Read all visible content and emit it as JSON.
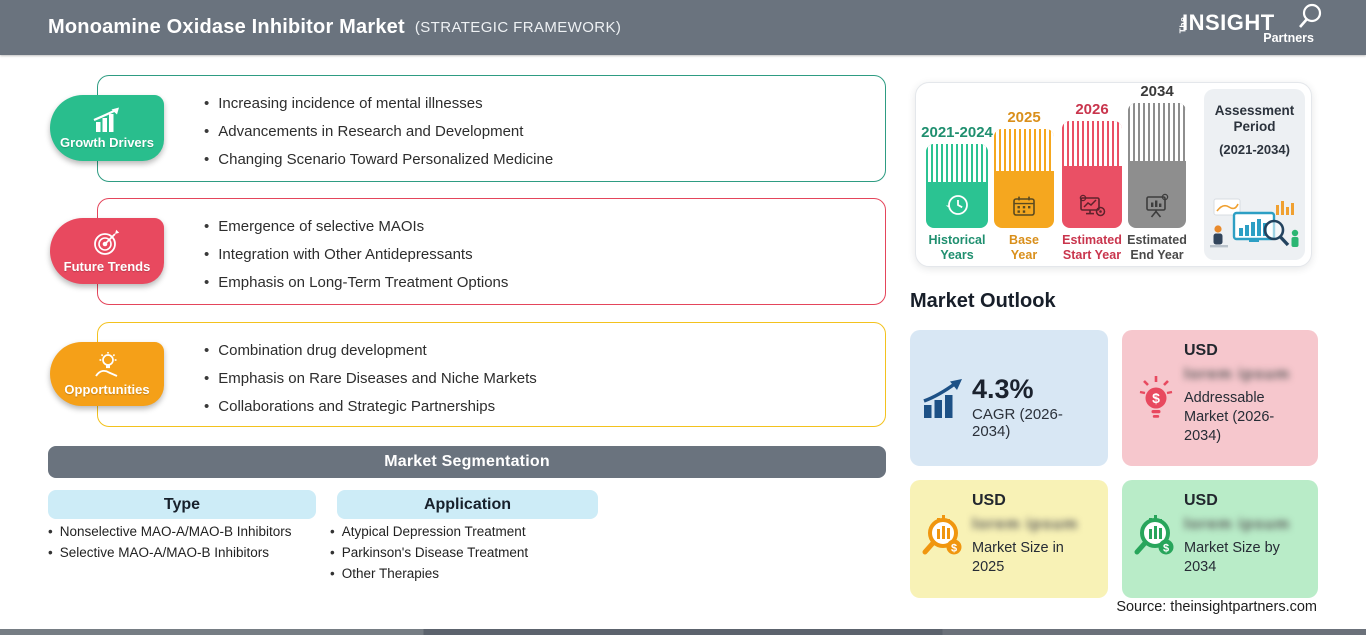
{
  "header": {
    "title": "Monoamine Oxidase Inhibitor Market",
    "subtitle": "(STRATEGIC FRAMEWORK)",
    "bg_color": "#6A737E",
    "logo": {
      "the": "The",
      "insight": "INSIGHT",
      "partners": "Partners",
      "icon": "magnifier-icon"
    }
  },
  "framework": {
    "sections": [
      {
        "label": "Growth Drivers",
        "icon": "growth-chart-icon",
        "badge_color": "#29BE8D",
        "border_color": "#2E9C82",
        "bullets": [
          "Increasing incidence of mental illnesses",
          "Advancements in Research and Development",
          "Changing Scenario Toward Personalized Medicine"
        ]
      },
      {
        "label": "Future Trends",
        "icon": "target-dart-icon",
        "badge_color": "#E8495F",
        "border_color": "#E4455B",
        "bullets": [
          "Emergence of selective MAOIs",
          "Integration with Other Antidepressants",
          "Emphasis on Long-Term Treatment Options"
        ]
      },
      {
        "label": "Opportunities",
        "icon": "idea-hand-icon",
        "badge_color": "#F5A018",
        "border_color": "#F3C21E",
        "bullets": [
          "Combination drug development",
          "Emphasis on Rare Diseases and Niche Markets",
          "Collaborations and Strategic Partnerships"
        ]
      }
    ]
  },
  "segmentation": {
    "title": "Market Segmentation",
    "bar_color": "#6A737E",
    "header_bg": "#CDECF7",
    "columns": [
      {
        "header": "Type",
        "items": [
          "Nonselective MAO-A/MAO-B Inhibitors",
          "Selective MAO-A/MAO-B Inhibitors"
        ]
      },
      {
        "header": "Application",
        "items": [
          "Atypical Depression Treatment",
          "Parkinson's Disease Treatment",
          "Other Therapies"
        ]
      }
    ]
  },
  "timeline": {
    "bars": [
      {
        "year": "2021-2024",
        "label_line1": "Historical",
        "label_line2": "Years",
        "color": "#2BC392",
        "text_color": "#1F8F6F",
        "icon": "history-clock-icon"
      },
      {
        "year": "2025",
        "label_line1": "Base",
        "label_line2": "Year",
        "color": "#F5A71F",
        "text_color": "#D98F1B",
        "icon": "calendar-icon"
      },
      {
        "year": "2026",
        "label_line1": "Estimated",
        "label_line2": "Start Year",
        "color": "#EA5065",
        "text_color": "#C9354D",
        "icon": "forecast-monitor-icon"
      },
      {
        "year": "2034",
        "label_line1": "Estimated",
        "label_line2": "End Year",
        "color": "#8E8E8E",
        "text_color": "#4A4A4A",
        "icon": "presentation-screen-icon"
      }
    ],
    "assessment": {
      "title_line1": "Assessment",
      "title_line2": "Period",
      "range": "(2021-2034)",
      "illustration": "analysts-charts-illustration"
    }
  },
  "outlook": {
    "title": "Market Outlook",
    "cards": [
      {
        "icon": "bar-growth-icon",
        "icon_color": "#1D5186",
        "bg": "#D8E7F4",
        "value": "4.3%",
        "label": "CAGR (2026-2034)"
      },
      {
        "icon": "bulb-dollar-icon",
        "icon_color": "#E8495F",
        "bg": "#F6C7CD",
        "currency": "USD",
        "blurred_value": "lorem ipsum",
        "label": "Addressable Market (2026-2034)"
      },
      {
        "icon": "magnifier-chart-icon",
        "icon_color": "#F0960F",
        "bg": "#F8F2B6",
        "currency": "USD",
        "blurred_value": "lorem ipsum",
        "label": "Market Size in 2025"
      },
      {
        "icon": "magnifier-chart-icon",
        "icon_color": "#28A55B",
        "bg": "#B9ECC8",
        "currency": "USD",
        "blurred_value": "lorem ipsum",
        "label": "Market Size by 2034"
      }
    ]
  },
  "source": "Source: theinsightpartners.com"
}
